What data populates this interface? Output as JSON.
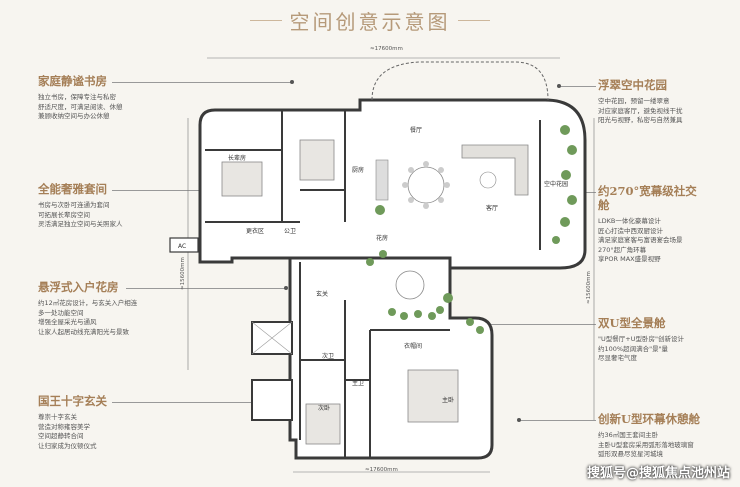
{
  "title": "空间创意示意图",
  "dimensions": {
    "top": "≈17600mm",
    "bottom": "≈17600mm",
    "left": "≈15600mm",
    "right": "≈15600mm"
  },
  "rooms": {
    "study": "长辈房",
    "dining": "餐厅",
    "kitchen": "厨房",
    "living": "客厅",
    "sky_garden": "空中花园",
    "cloakroom": "更衣区",
    "public_bath": "公卫",
    "ac": "AC",
    "garden": "花房",
    "entrance": "玄关",
    "second_bath": "次卫",
    "master_bath": "主卫",
    "second_bedroom": "次卧",
    "master_bedroom": "主卧",
    "wardrobe": "衣帽间"
  },
  "left_panels": [
    {
      "heading": "家庭静谧书房",
      "lines": [
        "独立书房，保障专注与私密",
        "舒适尺度，可满足阅读、休憩",
        "兼顾收纳空间与办公休憩"
      ]
    },
    {
      "heading": "全能奢雅套间",
      "lines": [
        "书房与次卧可连通为套间",
        "可拓展长辈房空间",
        "灵活满足独立空间与关照家人"
      ]
    },
    {
      "heading": "悬浮式入户花房",
      "lines": [
        "约12㎡花房设计，与玄关入户相连",
        "多一处功能空间",
        "增强全屋采光与通风",
        "让家人起居动线充满阳光与景致"
      ]
    },
    {
      "heading": "国王十字玄关",
      "lines": [
        "尊崇十字玄关",
        "营造对称雍容美学",
        "空间超静转合间",
        "让归家成为仪顿仪式"
      ]
    }
  ],
  "right_panels": [
    {
      "heading": "浮翠空中花园",
      "lines": [
        "空中花园，预留一缕翠意",
        "对应家庭客厅，避免视线干扰",
        "阳光与视野，私密与自然兼具"
      ]
    },
    {
      "heading": "约270°宽幕级社交舱",
      "lines": [
        "LDKB一体化豪幕设计",
        "匠心打造中西双厨设计",
        "满足家庭宴客与富语宴会场景",
        "270°超广角环幕",
        "享POR MAX盛景视野"
      ]
    },
    {
      "heading": "双U型全景舱",
      "lines": [
        "\"U型餐厅+U型卧房\"创新设计",
        "约100%超阔满合\"景\"量",
        "尽显奢宅气度"
      ]
    },
    {
      "heading": "创新U型环幕休憩舱",
      "lines": [
        "约36㎡国王套间主卧",
        "主卧U型套房采用弧形落地玻璃窗",
        "弧形双悬尽览星河城境"
      ]
    }
  ],
  "watermark": "搜狐号@搜狐焦点池州站",
  "colors": {
    "accent": "#a57f57",
    "title": "#b69a7a",
    "background": "#f7f5f0",
    "wall": "#3a3a3a",
    "floor": "#ffffff",
    "plant": "#6f9a5a"
  }
}
